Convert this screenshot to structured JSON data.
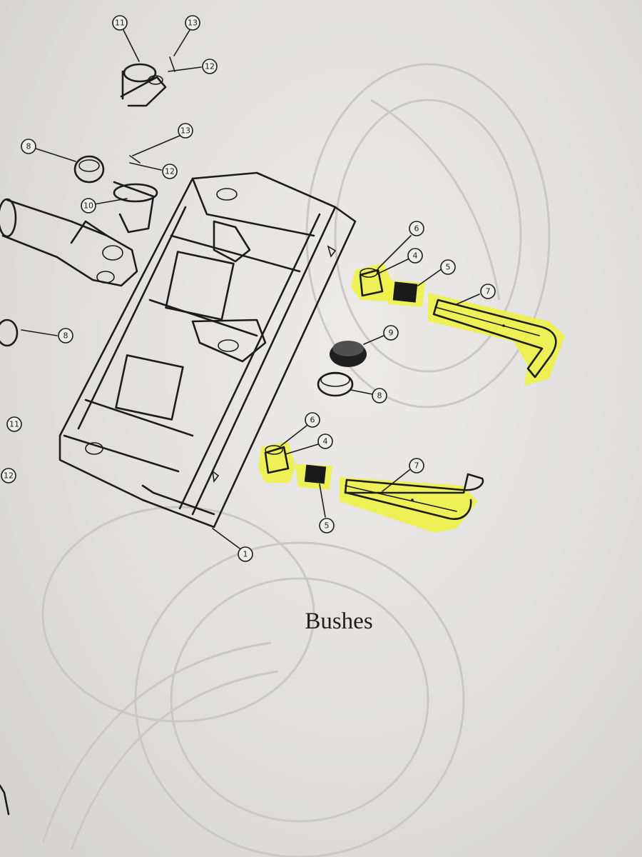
{
  "caption": "Bushes",
  "highlight_color": "#eef23c",
  "callouts": [
    {
      "id": "c11-top",
      "label": "11"
    },
    {
      "id": "c13-top",
      "label": "13"
    },
    {
      "id": "c12-top",
      "label": "12"
    },
    {
      "id": "c13-mid",
      "label": "13"
    },
    {
      "id": "c8-topleft",
      "label": "8"
    },
    {
      "id": "c12-mid",
      "label": "12"
    },
    {
      "id": "c10",
      "label": "10"
    },
    {
      "id": "c8-left",
      "label": "8"
    },
    {
      "id": "c11-left",
      "label": "11"
    },
    {
      "id": "c12-left",
      "label": "12"
    },
    {
      "id": "c6-upper",
      "label": "6"
    },
    {
      "id": "c4-upper",
      "label": "4"
    },
    {
      "id": "c5-upper",
      "label": "5"
    },
    {
      "id": "c7-upper",
      "label": "7"
    },
    {
      "id": "c9",
      "label": "9"
    },
    {
      "id": "c8-center",
      "label": "8"
    },
    {
      "id": "c6-lower",
      "label": "6"
    },
    {
      "id": "c4-lower",
      "label": "4"
    },
    {
      "id": "c7-lower",
      "label": "7"
    },
    {
      "id": "c5-lower",
      "label": "5"
    },
    {
      "id": "c1",
      "label": "1"
    }
  ]
}
